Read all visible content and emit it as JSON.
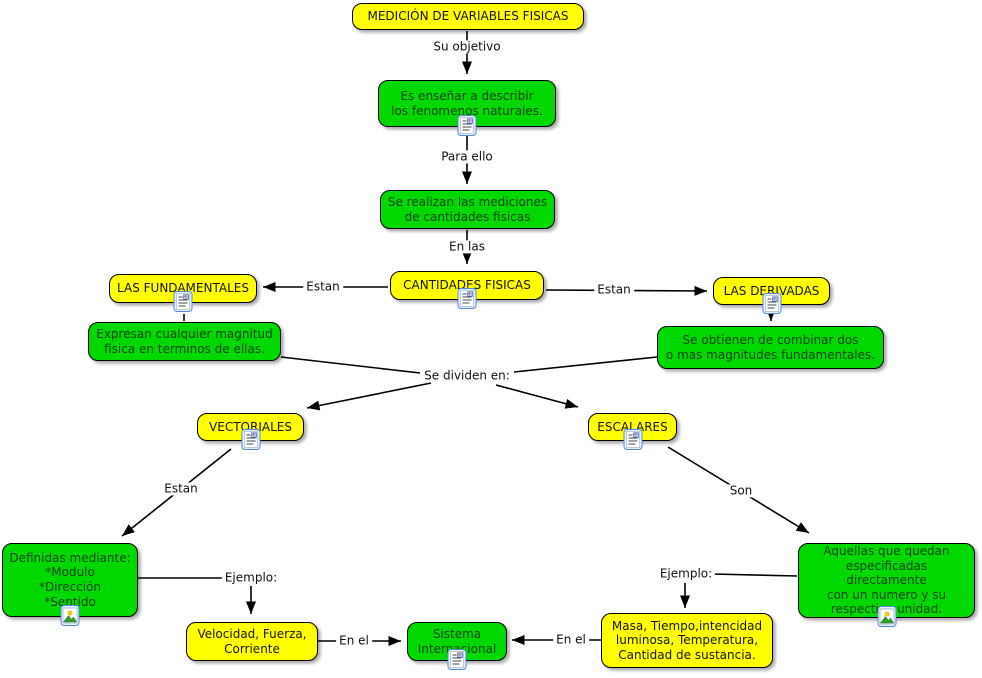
{
  "colors": {
    "concept_fill": "#ffff00",
    "statement_fill": "#00d800",
    "border": "#000000",
    "statement_text": "#064406",
    "concept_text": "#151500",
    "background": "#ffffff",
    "line": "#000000"
  },
  "nodes": {
    "title": {
      "label": "MEDICIÓN DE VARIABLES FISICAS"
    },
    "objective": {
      "label": "Es enseñar a describir\nlos fenomenos naturales."
    },
    "measurements": {
      "label": "Se realizan las mediciones\nde cantidades fisicas"
    },
    "cantidades": {
      "label": "CANTIDADES FISICAS"
    },
    "fundamentales": {
      "label": "LAS FUNDAMENTALES"
    },
    "fundamentales_desc": {
      "label": "Expresan cualquier magnitud\nfisica en terminos de ellas."
    },
    "derivadas": {
      "label": "LAS DERIVADAS"
    },
    "derivadas_desc": {
      "label": "Se obtienen de combinar dos\no mas magnitudes fundamentales."
    },
    "vectoriales": {
      "label": "VECTORIALES"
    },
    "escalares": {
      "label": "ESCALARES"
    },
    "vectoriales_def": {
      "label": "Definidas mediante:\n*Modulo\n*Dirección\n*Sentido"
    },
    "vectoriales_ej": {
      "label": "Velocidad, Fuerza,\nCorriente"
    },
    "sistema": {
      "label": "Sistema\nInternacional"
    },
    "escalares_def": {
      "label": "Aquellas que quedan\nespecificadas directamente\ncon un numero y su\nrespectiva unidad."
    },
    "escalares_ej": {
      "label": "Masa, Tiempo,intencidad\nluminosa, Temperatura,\nCantidad de sustancia."
    }
  },
  "links": {
    "su_objetivo": "Su objetivo",
    "para_ello": "Para ello",
    "en_las": "En las",
    "estan_left": "Estan",
    "estan_right": "Estan",
    "se_dividen": "Se dividen en:",
    "estan_vec": "Estan",
    "son": "Son",
    "ejemplo_left": "Ejemplo:",
    "ejemplo_right": "Ejemplo:",
    "en_el_left": "En el",
    "en_el_right": "En el"
  },
  "icons": {
    "resource_note": "resource-note-icon",
    "picture": "picture-icon"
  }
}
